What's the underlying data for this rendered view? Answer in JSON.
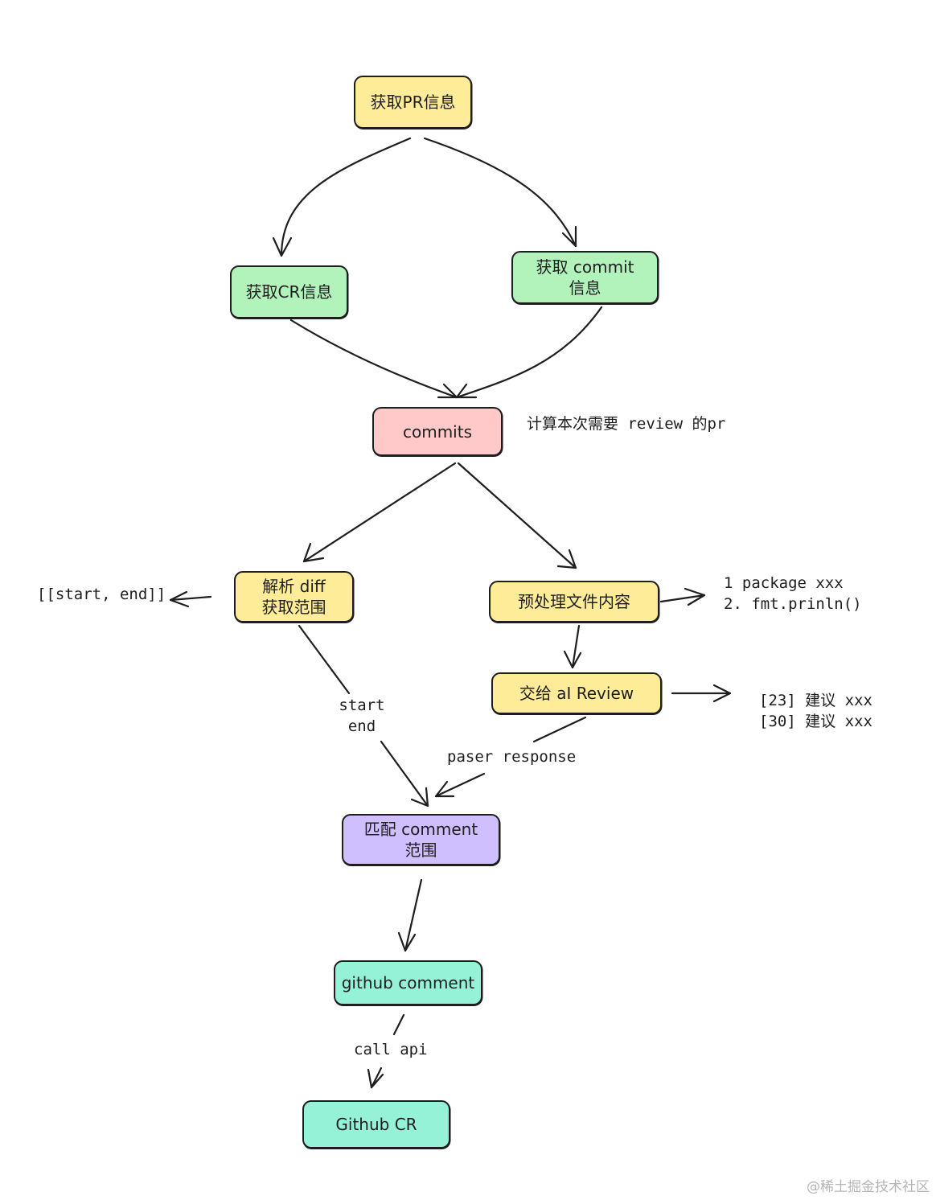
{
  "colors": {
    "yellow": "#ffec99",
    "green": "#b2f2bb",
    "red": "#ffc9c9",
    "purple": "#d0bfff",
    "teal": "#96f2d7",
    "stroke": "#1e1e1e"
  },
  "nodes": {
    "get_pr": {
      "line1": "获取PR信息"
    },
    "get_cr": {
      "line1": "获取CR信息"
    },
    "get_commit": {
      "line1": "获取 commit",
      "line2": "信息"
    },
    "commits": {
      "line1": "commits"
    },
    "parse_diff": {
      "line1": "解析 diff",
      "line2": "获取范围"
    },
    "preprocess": {
      "line1": "预处理文件内容"
    },
    "ai_review": {
      "line1": "交给 aI Review"
    },
    "match_comment": {
      "line1": "匹配 comment",
      "line2": "范围"
    },
    "github_comment": {
      "line1": "github comment"
    },
    "github_cr": {
      "line1": "Github CR"
    }
  },
  "notes": {
    "commits_note": "计算本次需要 review 的pr",
    "range_note": "[[start, end]]",
    "preprocess_note": "1 package xxx\n2. fmt.prinln()",
    "review_note": "[23] 建议 xxx\n[30] 建议 xxx"
  },
  "edge_labels": {
    "start_end": "start\nend",
    "paser_response": "paser response",
    "call_api": "call api"
  },
  "watermark": "@稀土掘金技术社区"
}
